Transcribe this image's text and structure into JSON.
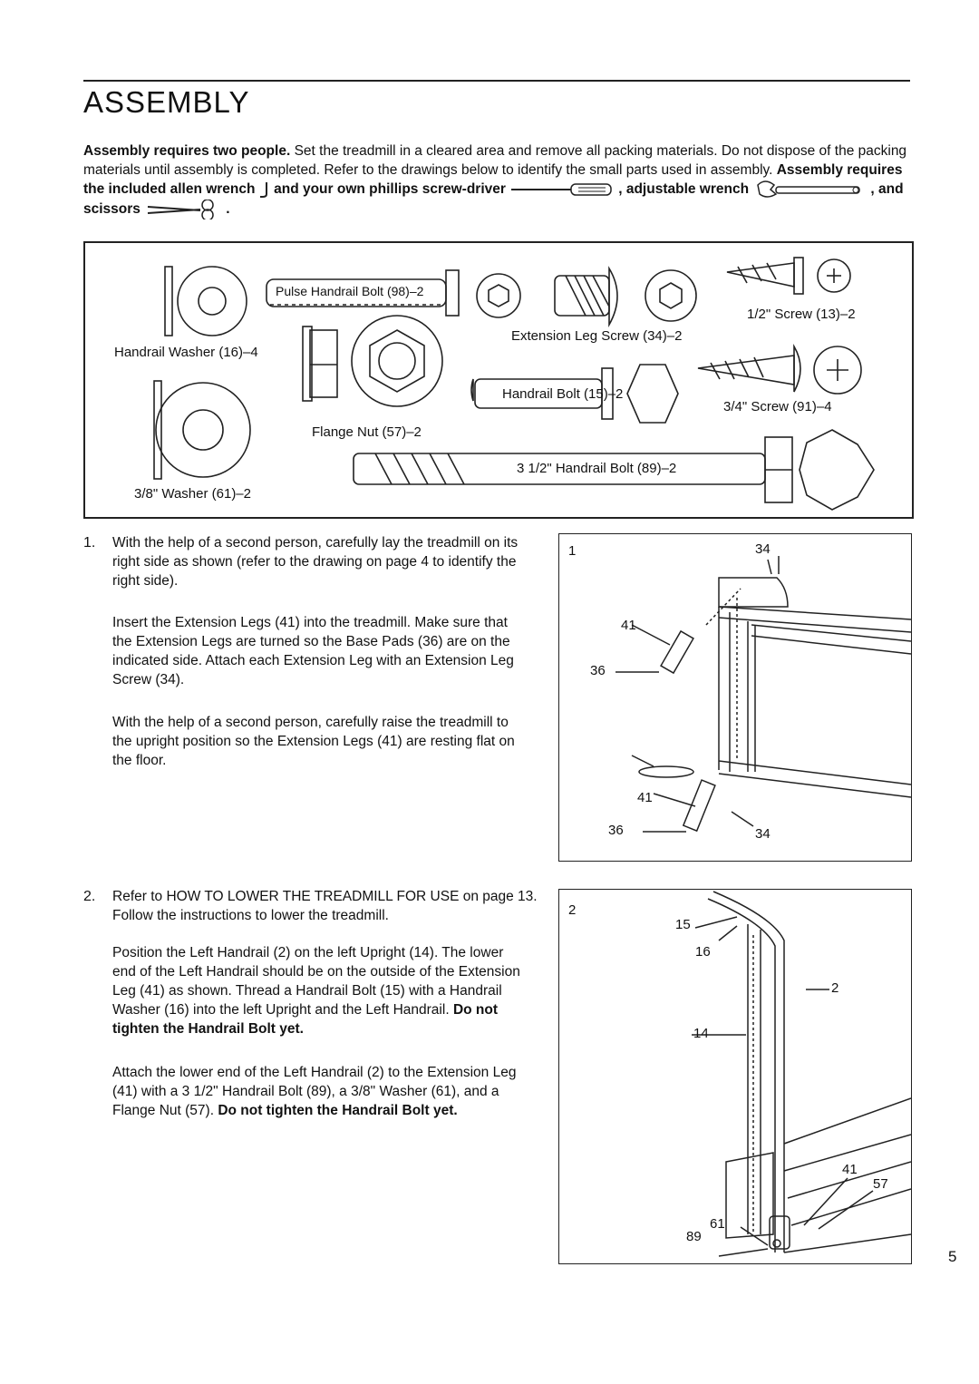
{
  "page": {
    "title": "ASSEMBLY",
    "page_number": "5"
  },
  "intro": {
    "bold_1": "Assembly requires two people.",
    "text_1": " Set the treadmill in a cleared area and remove all packing materials. Do not dispose of the packing materials until assembly is completed. Refer to the drawings below to identify the small parts used in assembly. ",
    "bold_2": "Assembly requires the included allen wrench",
    "bold_3": " and your own phillips screw-driver",
    "bold_4": ", adjustable wrench",
    "bold_5": ", and scissors",
    "bold_6": "."
  },
  "parts": {
    "handrail_washer": "Handrail Washer (16)–4",
    "pulse_bolt": "Pulse Handrail Bolt (98)–2",
    "half_screw": "1/2\" Screw (13)–2",
    "ext_leg_screw": "Extension Leg Screw (34)–2",
    "handrail_bolt": "Handrail Bolt (15)–2",
    "three_quarter_screw": "3/4\" Screw (91)–4",
    "flange_nut": "Flange Nut (57)–2",
    "long_bolt": "3 1/2\" Handrail Bolt (89)–2",
    "washer_38": "3/8\" Washer (61)–2"
  },
  "step1": {
    "number": "1.",
    "p1": "With the help of a second person, carefully lay the treadmill on its right side as shown (refer to the drawing on page 4 to identify the right side).",
    "p2": "Insert the Extension Legs (41) into the treadmill. Make sure that the Extension Legs are turned so the Base Pads (36) are on the indicated side. Attach each Extension Leg with an Extension Leg Screw (34).",
    "p3": "With the help of a second person, carefully raise the treadmill to the upright position so the Extension Legs (41) are resting flat on the floor.",
    "fig_number": "1",
    "callouts": {
      "c34a": "34",
      "c41a": "41",
      "c36a": "36",
      "c41b": "41",
      "c36b": "36",
      "c34b": "34"
    }
  },
  "step2": {
    "number": "2.",
    "p1": "Refer to HOW TO LOWER THE TREADMILL FOR USE on page 13. Follow the instructions to lower the treadmill.",
    "p2_text": "Position the Left Handrail (2) on the left Upright (14). The lower end of the Left Handrail should be on the outside of the Extension Leg (41) as shown. Thread a Handrail Bolt (15) with a Handrail Washer (16) into the left Upright and the Left Handrail. ",
    "p2_bold": "Do not tighten the Handrail Bolt yet.",
    "p3_text": "Attach the lower end of the Left Handrail (2) to the Extension Leg (41) with a 3 1/2\" Handrail Bolt (89), a 3/8\" Washer (61), and a Flange Nut (57). ",
    "p3_bold": "Do not tighten the Handrail Bolt yet.",
    "fig_number": "2",
    "callouts": {
      "c15": "15",
      "c16": "16",
      "c2": "2",
      "c14": "14",
      "c41": "41",
      "c57": "57",
      "c61": "61",
      "c89": "89"
    }
  }
}
